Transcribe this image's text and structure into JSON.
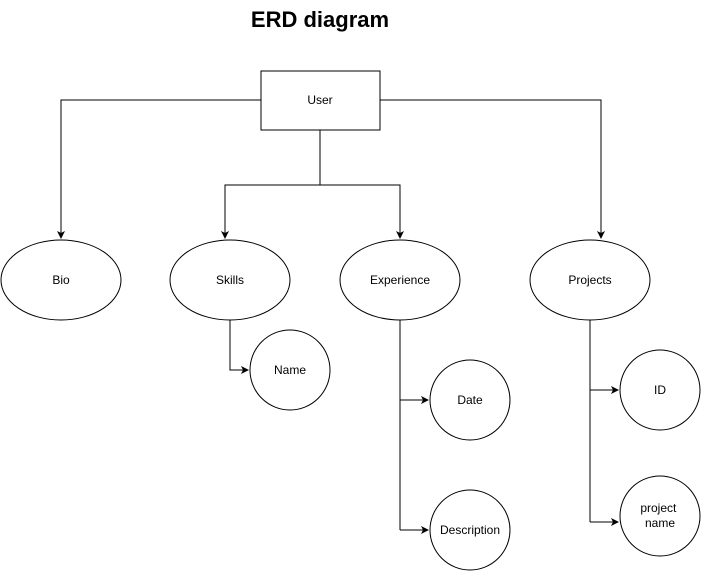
{
  "title": "ERD diagram",
  "colors": {
    "stroke": "#000000",
    "fill": "#ffffff",
    "text": "#000000"
  },
  "nodes": {
    "user": {
      "label": "User",
      "shape": "rectangle"
    },
    "bio": {
      "label": "Bio",
      "shape": "ellipse"
    },
    "skills": {
      "label": "Skills",
      "shape": "ellipse"
    },
    "experience": {
      "label": "Experience",
      "shape": "ellipse"
    },
    "projects": {
      "label": "Projects",
      "shape": "ellipse"
    },
    "name": {
      "label": "Name",
      "shape": "circle"
    },
    "date": {
      "label": "Date",
      "shape": "circle"
    },
    "description": {
      "label": "Description",
      "shape": "circle"
    },
    "id": {
      "label": "ID",
      "shape": "circle"
    },
    "project_name": {
      "label_line1": "project",
      "label_line2": "name",
      "shape": "circle"
    }
  },
  "edges": [
    {
      "from": "user",
      "to": "bio"
    },
    {
      "from": "user",
      "to": "skills"
    },
    {
      "from": "user",
      "to": "experience"
    },
    {
      "from": "user",
      "to": "projects"
    },
    {
      "from": "skills",
      "to": "name"
    },
    {
      "from": "experience",
      "to": "date"
    },
    {
      "from": "experience",
      "to": "description"
    },
    {
      "from": "projects",
      "to": "id"
    },
    {
      "from": "projects",
      "to": "project_name"
    }
  ]
}
